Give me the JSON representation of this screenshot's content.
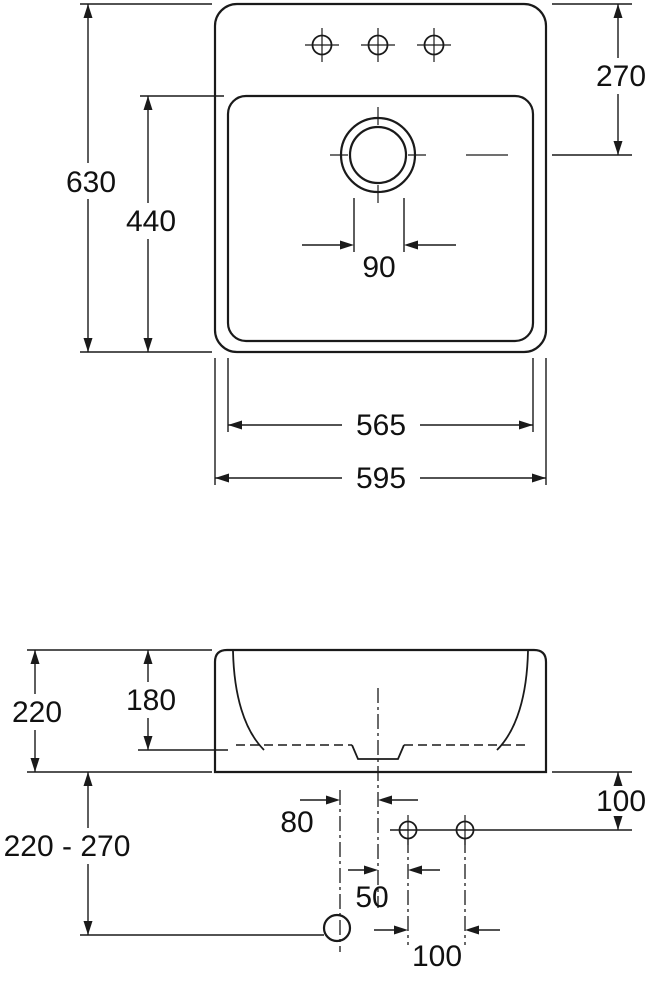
{
  "drawing": {
    "kind": "sink-installation-technical-drawing",
    "line_color": "#1a1a1a",
    "background": "#ffffff",
    "views": {
      "top": {
        "name": "top-view",
        "dimensions": {
          "overall_depth": "630",
          "basin_depth": "440",
          "drain_center_from_top": "270",
          "drain_diameter": "90",
          "basin_width": "565",
          "overall_width": "595"
        }
      },
      "front": {
        "name": "front-view",
        "dimensions": {
          "overall_height": "220",
          "basin_inner_depth": "180",
          "fixing_holes_below_rim": "100",
          "trap_height_range": "220 - 270",
          "trap_offset_from_center": "80",
          "hole_offset_from_center": "50",
          "hole_spacing": "100"
        }
      }
    }
  }
}
